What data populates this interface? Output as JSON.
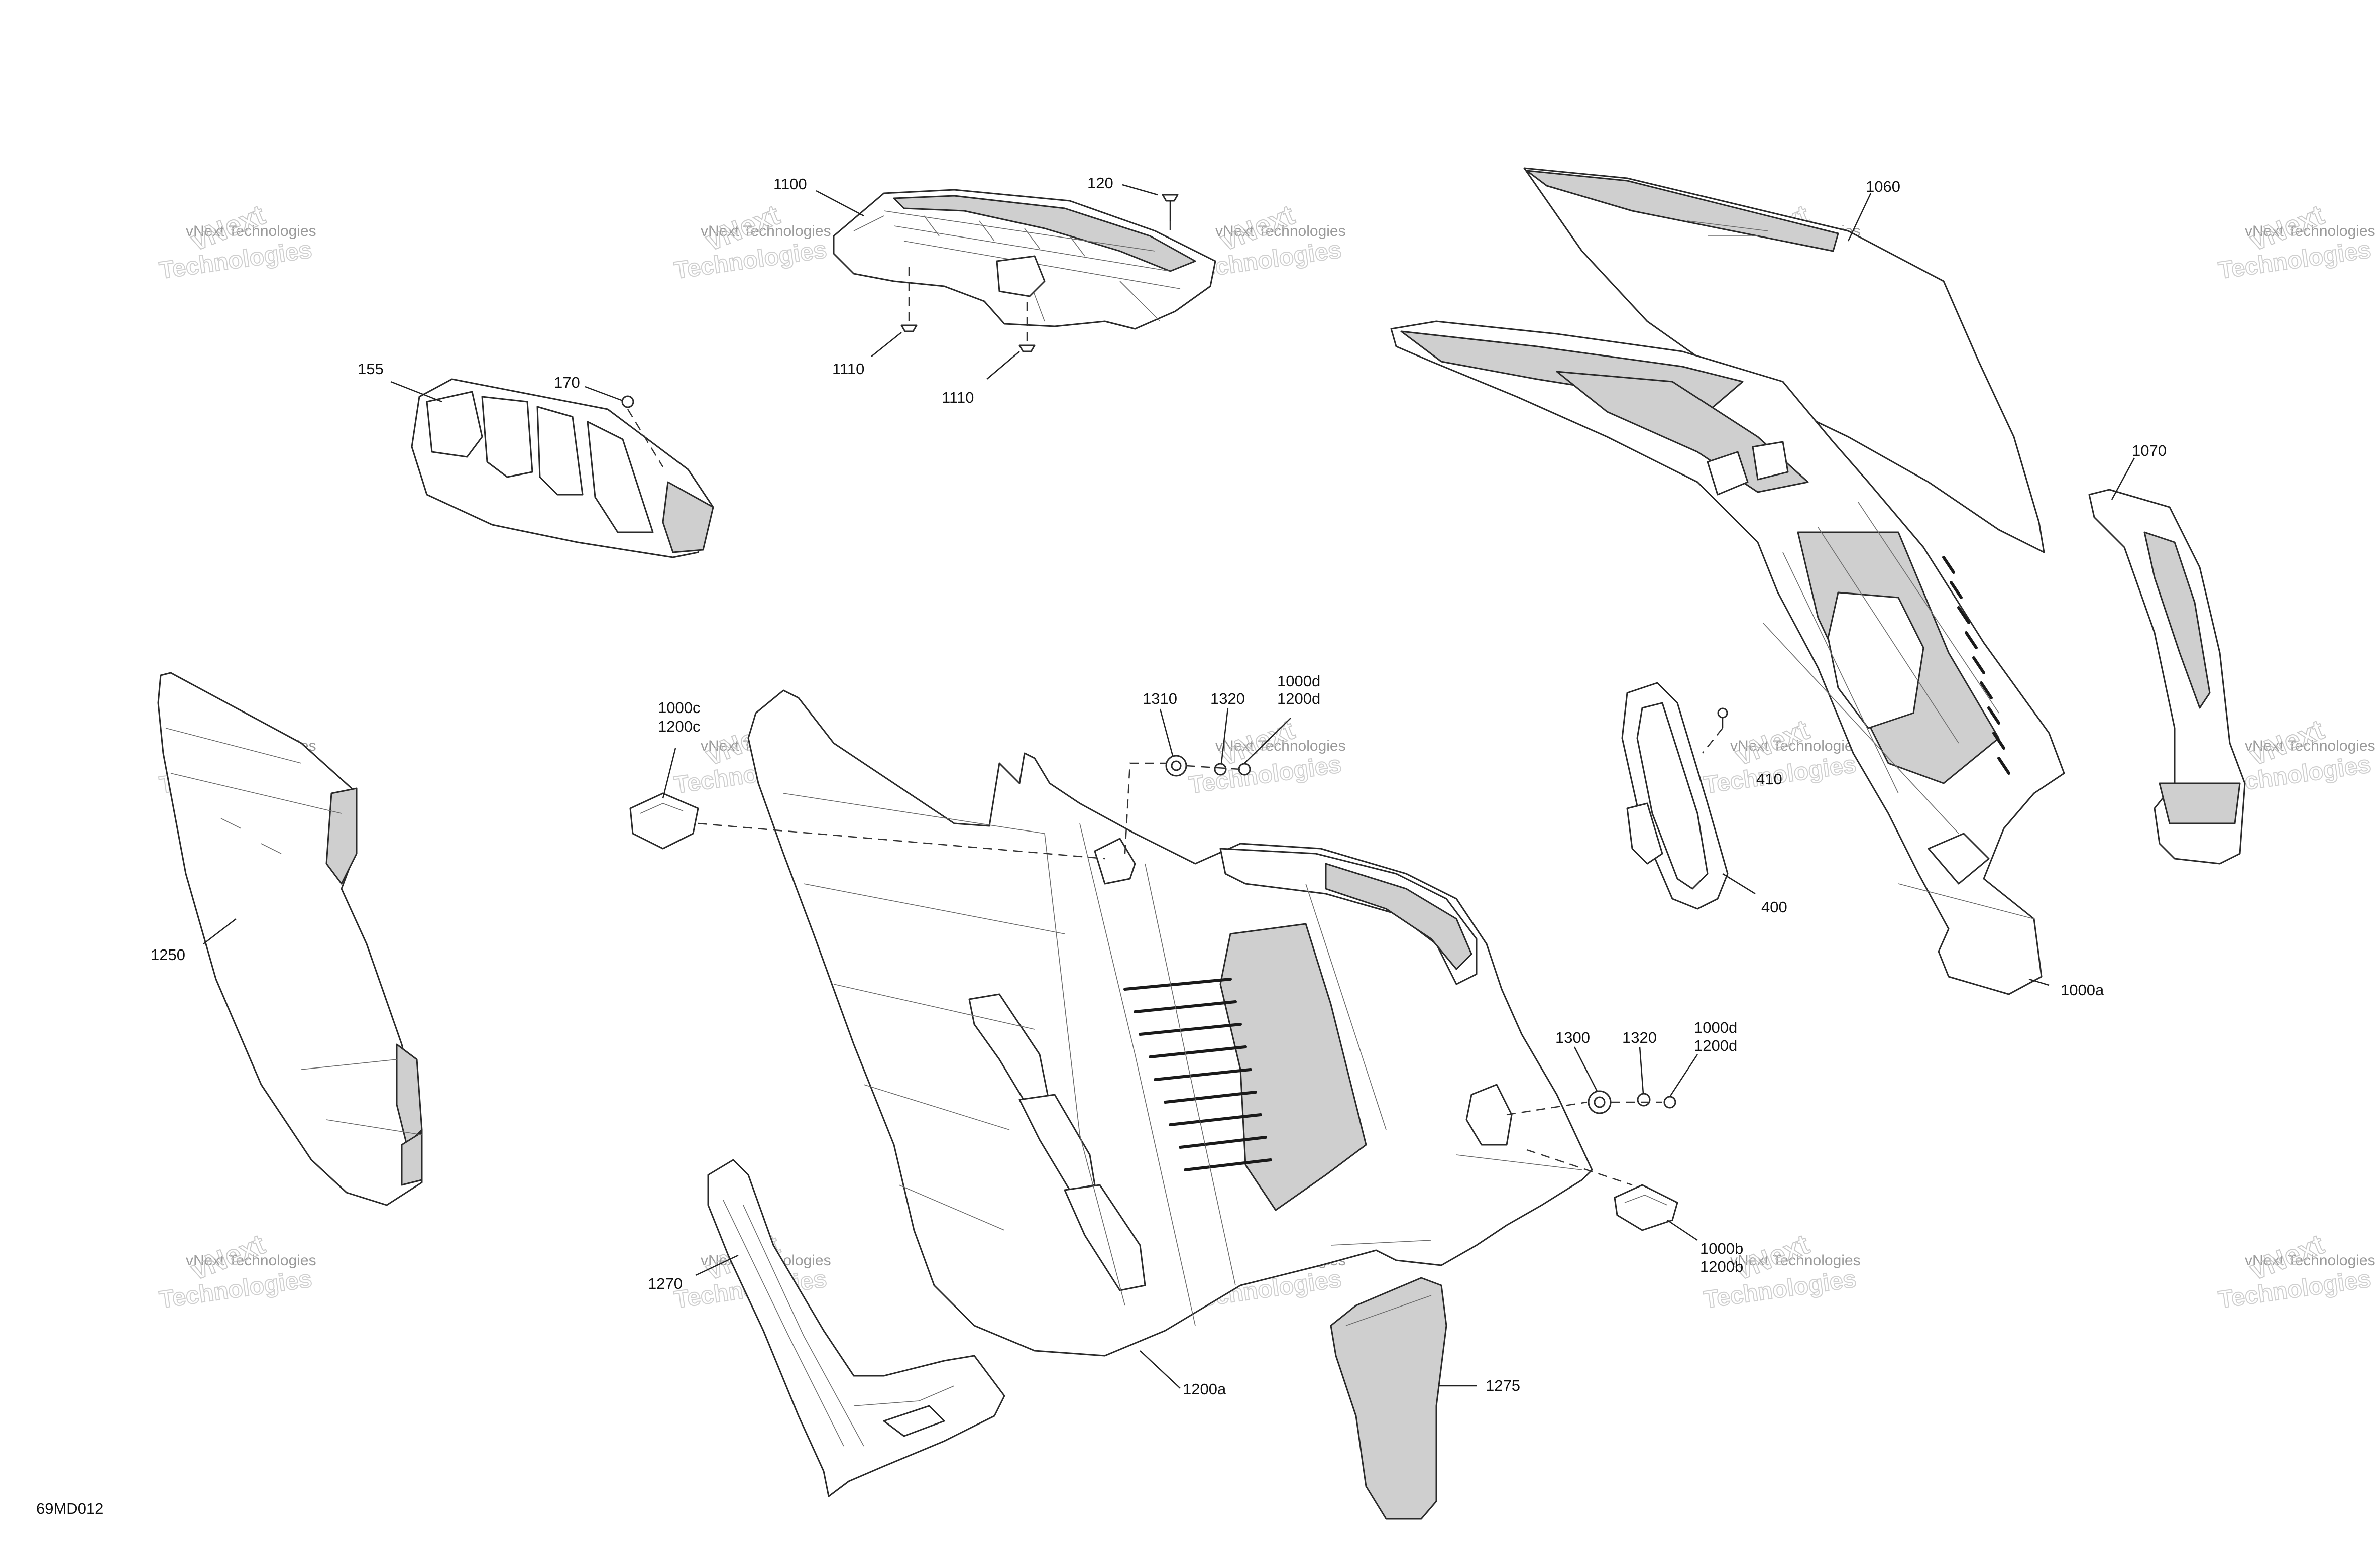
{
  "diagram_id": "69MD012",
  "watermark": {
    "line_small": "vNext Technologies",
    "line_big_top": "vNext",
    "line_big_bottom": "Technologies"
  },
  "callouts": {
    "c1100": "1100",
    "c120": "120",
    "c1110a": "1110",
    "c1110b": "1110",
    "c155": "155",
    "c170": "170",
    "c1060": "1060",
    "c1070": "1070",
    "c1250": "1250",
    "c1000c": "1000c",
    "c1200c": "1200c",
    "c1310": "1310",
    "c1320a": "1320",
    "c1000d_a": "1000d",
    "c1200d_a": "1200d",
    "c410": "410",
    "c400": "400",
    "c1000a": "1000a",
    "c1300": "1300",
    "c1320b": "1320",
    "c1000d_b": "1000d",
    "c1200d_b": "1200d",
    "c1000b": "1000b",
    "c1200b": "1200b",
    "c1270": "1270",
    "c1200a": "1200a",
    "c1275": "1275"
  }
}
